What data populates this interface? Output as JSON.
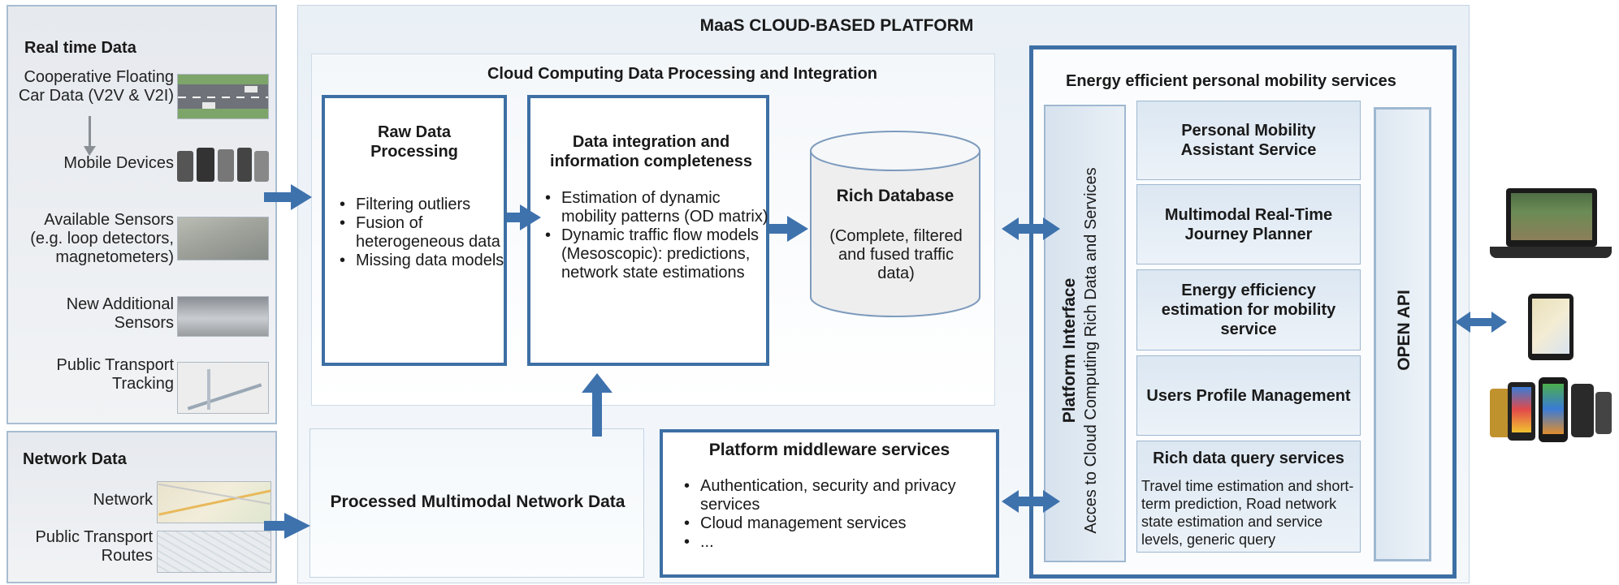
{
  "platform_title": "MaaS CLOUD-BASED PLATFORM",
  "realtime": {
    "title": "Real time Data",
    "sources": [
      "Cooperative Floating Car Data (V2V & V2I)",
      "Mobile Devices",
      "Available Sensors (e.g. loop detectors, magnetometers)",
      "New Additional Sensors",
      "Public Transport Tracking"
    ]
  },
  "network": {
    "title": "Network Data",
    "sources": [
      "Network",
      "Public Transport Routes"
    ]
  },
  "cloud": {
    "title": "Cloud Computing Data Processing and Integration",
    "raw": {
      "title": "Raw Data Processing",
      "items": [
        "Filtering outliers",
        "Fusion of heterogeneous data",
        "Missing data models"
      ]
    },
    "integration": {
      "title": "Data integration and information completeness",
      "items": [
        "Estimation of dynamic mobility patterns (OD matrix)",
        "Dynamic traffic flow models (Mesoscopic): predictions, network state estimations"
      ]
    },
    "database": {
      "title": "Rich Database",
      "desc": "(Complete, filtered and fused traffic data)"
    }
  },
  "processed": "Processed Multimodal Network Data",
  "middleware": {
    "title": "Platform middleware services",
    "items": [
      "Authentication, security and privacy services",
      "Cloud management services",
      "..."
    ]
  },
  "energy": {
    "title": "Energy efficient personal mobility services",
    "interface_title": "Platform Interface",
    "interface_sub": "Acces to Cloud Computing Rich Data and Services",
    "services": [
      "Personal Mobility Assistant Service",
      "Multimodal Real-Time Journey Planner",
      "Energy efficiency estimation for mobility service",
      "Users Profile Management"
    ],
    "query_title": "Rich data query services",
    "query_desc": "Travel time estimation and short-term prediction, Road network state estimation and service levels, generic query",
    "open_api": "OPEN API"
  },
  "colors": {
    "accent": "#3d6fa4",
    "arrow": "#3e72ad",
    "panel_border": "#a8bdd2"
  }
}
